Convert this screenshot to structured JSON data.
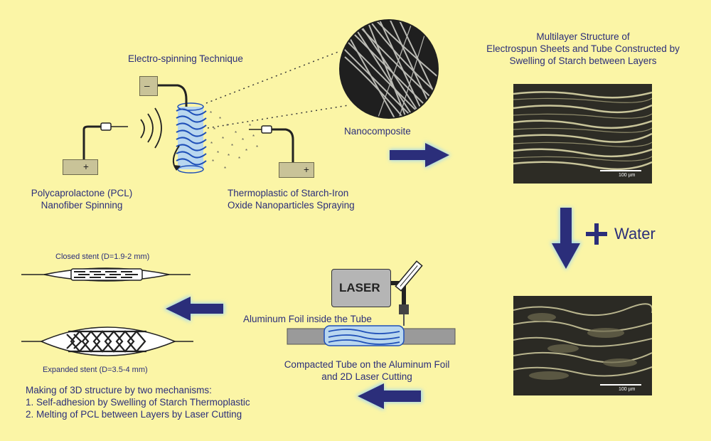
{
  "electrospinning": {
    "title": "Electro-spinning Technique",
    "neg_terminal": "–",
    "pos_terminal_left": "+",
    "pos_terminal_right": "+",
    "pcl_line1": "Polycaprolactone (PCL)",
    "pcl_line2": "Nanofiber Spinning",
    "tps_line1": "Thermoplastic of Starch-Iron",
    "tps_line2": "Oxide Nanoparticles Spraying",
    "nanocomposite": "Nanocomposite"
  },
  "multilayer": {
    "line1": "Multilayer Structure of",
    "line2": "Electrospun Sheets and Tube Constructed by",
    "line3": "Swelling of Starch between Layers",
    "scale_top": "100 µm",
    "scale_bottom": "100 µm"
  },
  "water": {
    "label": "Water"
  },
  "laser": {
    "label": "LASER",
    "foil_label": "Aluminum Foil inside the Tube",
    "compact_line1": "Compacted Tube on the Aluminum Foil",
    "compact_line2": "and 2D Laser Cutting"
  },
  "stents": {
    "closed": "Closed stent  (D=1.9-2 mm)",
    "expanded": "Expanded stent  (D=3.5-4 mm)"
  },
  "making": {
    "line1": "Making of 3D structure by two mechanisms:",
    "line2": "1. Self-adhesion by Swelling of Starch Thermoplastic",
    "line3": "2. Melting of PCL between Layers by Laser Cutting"
  },
  "colors": {
    "background": "#fbf5a6",
    "text": "#2b2e7a",
    "arrow": "#2b2e7a",
    "arrow_glow": "#9fd6f0",
    "fiber": "#2f6fd0"
  }
}
